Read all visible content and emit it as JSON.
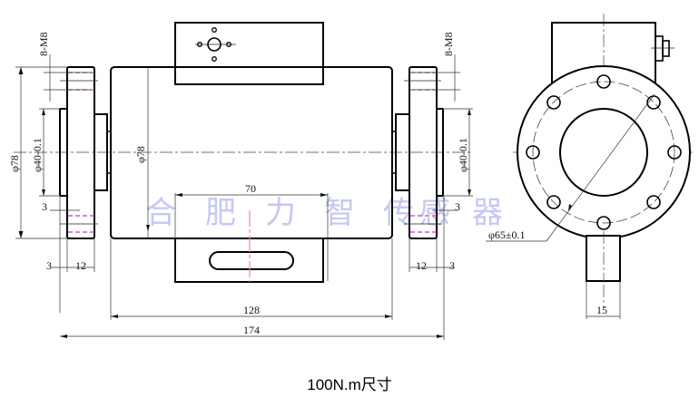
{
  "caption": "100N.m尺寸",
  "watermark": {
    "chars": [
      "合",
      "肥",
      "力",
      "智",
      "传",
      "感",
      "器"
    ]
  },
  "colors": {
    "outline": "#000000",
    "hidden_line_magenta": "#cc33cc",
    "hidden_line_gray": "#666666",
    "watermark": "#c5c8f2",
    "slot_centerline": "#f08a8a"
  },
  "front_view": {
    "left_flange": {
      "thread_label": "8-M8",
      "outer_diameter": "φ78",
      "spigot_diameter": "φ40-0.1",
      "spigot_depth": "3",
      "bottom_offset": "3",
      "flange_width": "12"
    },
    "body": {
      "diameter": "φ78",
      "slot_spacing": "70",
      "body_length": "128",
      "overall_length": "174"
    },
    "right_flange": {
      "thread_label": "8-M8",
      "spigot_diameter": "φ40-0.1",
      "spigot_depth": "3",
      "flange_width": "12",
      "bottom_offset": "3"
    }
  },
  "side_view": {
    "bolt_circle": "φ65±0.1",
    "mount_width": "15",
    "bolt_hole_count": 8
  }
}
